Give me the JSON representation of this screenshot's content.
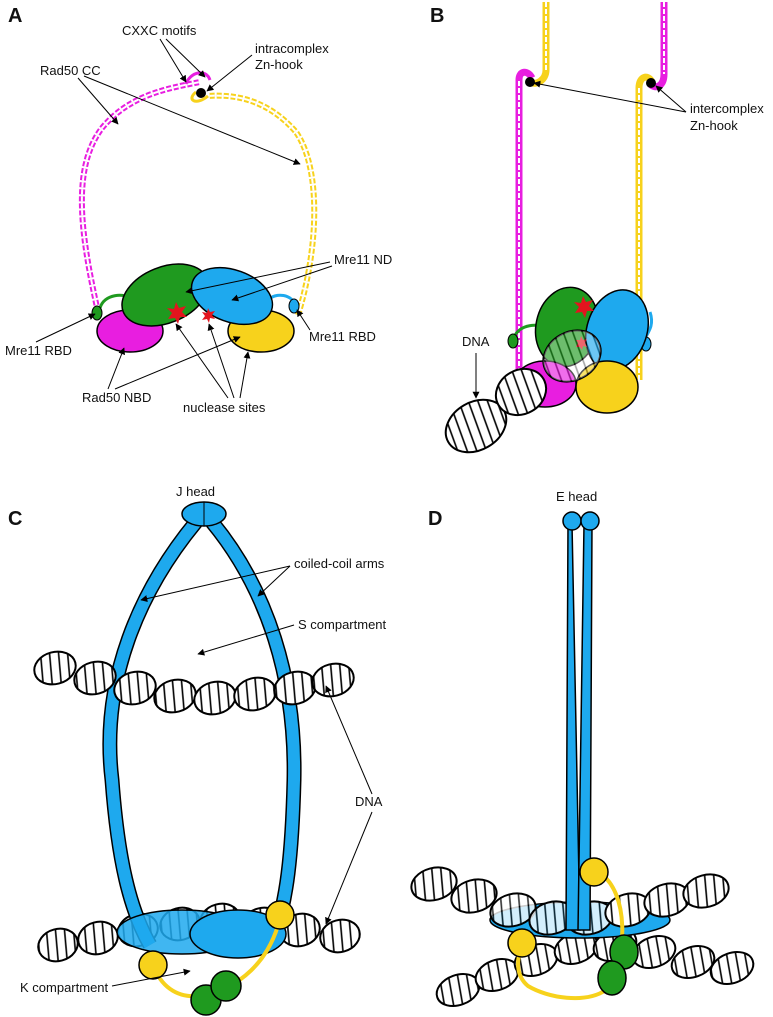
{
  "panels": {
    "a": "A",
    "b": "B",
    "c": "C",
    "d": "D"
  },
  "panel_a": {
    "cxxc_motifs": "CXXC motifs",
    "intracomplex_line1": "intracomplex",
    "intracomplex_line2": "Zn-hook",
    "rad50_cc": "Rad50 CC",
    "mre11_nd": "Mre11 ND",
    "mre11_rbd_left": "Mre11 RBD",
    "mre11_rbd_right": "Mre11 RBD",
    "rad50_nbd": "Rad50 NBD",
    "nuclease_sites": "nuclease sites"
  },
  "panel_b": {
    "intercomplex_line1": "intercomplex",
    "intercomplex_line2": "Zn-hook",
    "dna": "DNA"
  },
  "panel_c": {
    "j_head": "J head",
    "coiled_coil_arms": "coiled-coil arms",
    "s_compartment": "S compartment",
    "dna": "DNA",
    "k_compartment": "K compartment"
  },
  "panel_d": {
    "e_head": "E head"
  },
  "colors": {
    "magenta": "#e81ee0",
    "yellow": "#f7d21c",
    "green": "#1f9a1f",
    "blue": "#1ea9ee",
    "red": "#e3141e",
    "outline": "#000000"
  }
}
